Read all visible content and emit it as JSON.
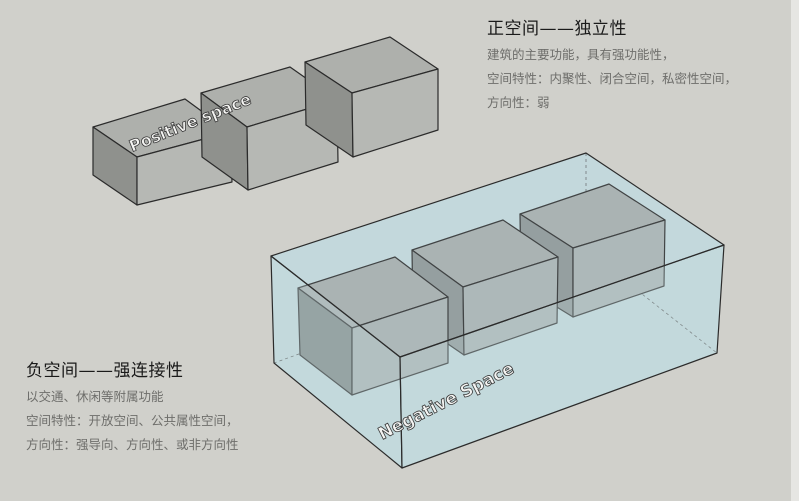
{
  "positive": {
    "title": "正空间——独立性",
    "lines": [
      "建筑的主要功能，具有强功能性，",
      "空间特性：内聚性、闭合空间，私密性空间，",
      "方向性：弱"
    ],
    "label": "Positive space"
  },
  "negative": {
    "title": "负空间——强连接性",
    "lines": [
      "以交通、休闲等附属功能",
      "空间特性：开放空间、公共属性空间，",
      "方向性：强导向、方向性、或非方向性"
    ],
    "label": "Negative Space"
  },
  "colors": {
    "background": "#d0d0cb",
    "box_top": "#a9aba7",
    "box_side": "#b6b8b4",
    "box_dark": "#8f918d",
    "glass": "#c4d9dc"
  }
}
